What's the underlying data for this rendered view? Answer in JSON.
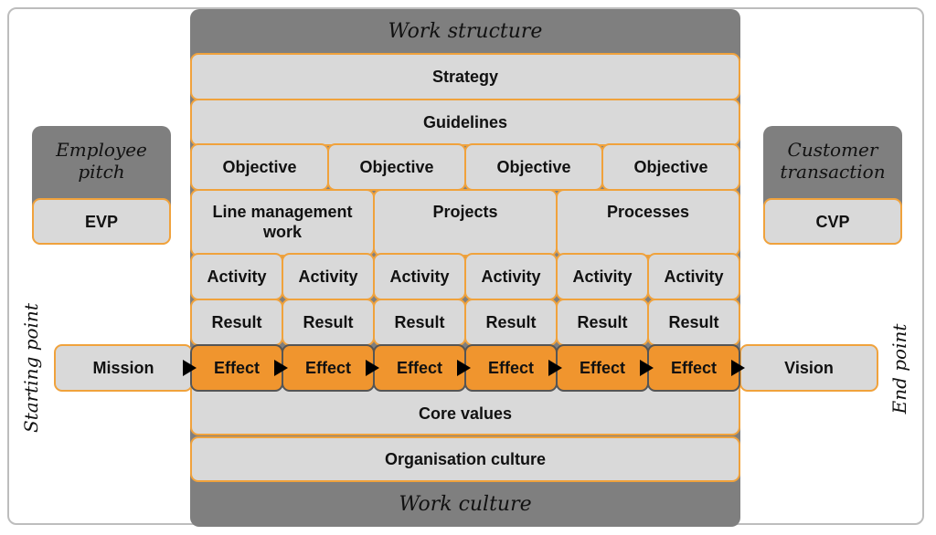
{
  "work_structure": "Work structure",
  "work_culture": "Work culture",
  "employee_pitch": "Employee pitch",
  "evp": "EVP",
  "customer_transaction": "Customer transaction",
  "cvp": "CVP",
  "starting_point": "Starting point",
  "end_point": "End point",
  "strategy": "Strategy",
  "guidelines": "Guidelines",
  "objectives": [
    "Objective",
    "Objective",
    "Objective",
    "Objective"
  ],
  "work_types": [
    "Line management work",
    "Projects",
    "Processes"
  ],
  "activities": [
    "Activity",
    "Activity",
    "Activity",
    "Activity",
    "Activity",
    "Activity"
  ],
  "results": [
    "Result",
    "Result",
    "Result",
    "Result",
    "Result",
    "Result"
  ],
  "effects": [
    "Effect",
    "Effect",
    "Effect",
    "Effect",
    "Effect",
    "Effect"
  ],
  "mission": "Mission",
  "vision": "Vision",
  "core_values": "Core values",
  "organisation_culture": "Organisation culture",
  "colors": {
    "orange": "#f0952e",
    "border": "#f0a23c",
    "gray_fill": "#d9d9d9",
    "dark_gray": "#7f7f7f"
  }
}
